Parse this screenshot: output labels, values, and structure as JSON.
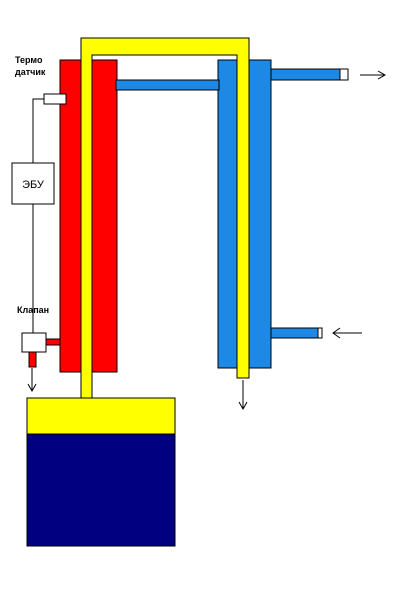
{
  "labels": {
    "thermo_line1": "Термо",
    "thermo_line2": "датчик",
    "ecu": "ЭБУ",
    "valve": "Клапан"
  },
  "colors": {
    "hot": "#ff0000",
    "cold": "#1e88e5",
    "vapor": "#ffff00",
    "tank": "#000080",
    "line": "#000000",
    "background": "#ffffff"
  },
  "icons": {
    "outlet_arrow": "arrow-right",
    "inlet_arrow": "arrow-left",
    "drain_arrow": "arrow-down"
  }
}
